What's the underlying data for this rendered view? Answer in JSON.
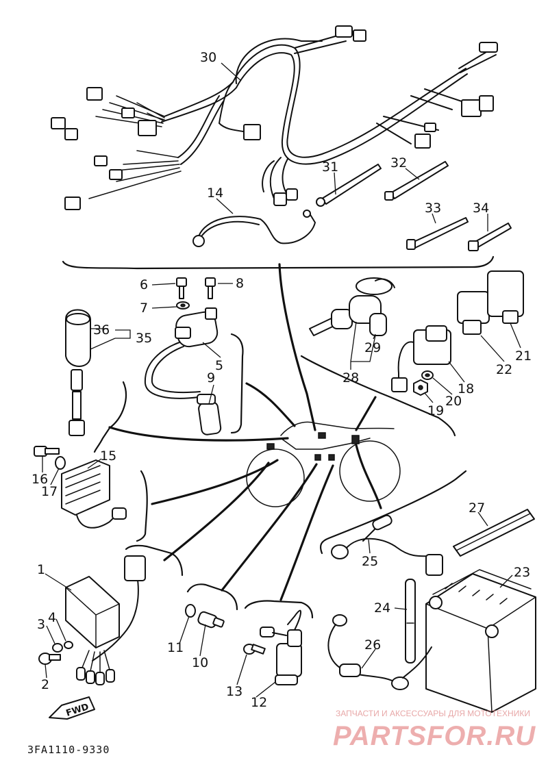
{
  "diagram": {
    "callouts": [
      {
        "id": "30",
        "label": "30"
      },
      {
        "id": "31",
        "label": "31"
      },
      {
        "id": "32",
        "label": "32"
      },
      {
        "id": "33",
        "label": "33"
      },
      {
        "id": "34",
        "label": "34"
      },
      {
        "id": "14",
        "label": "14"
      },
      {
        "id": "6",
        "label": "6"
      },
      {
        "id": "7",
        "label": "7"
      },
      {
        "id": "8",
        "label": "8"
      },
      {
        "id": "36",
        "label": "36"
      },
      {
        "id": "35",
        "label": "35"
      },
      {
        "id": "5",
        "label": "5"
      },
      {
        "id": "9",
        "label": "9"
      },
      {
        "id": "29",
        "label": "29"
      },
      {
        "id": "28",
        "label": "28"
      },
      {
        "id": "18",
        "label": "18"
      },
      {
        "id": "20",
        "label": "20"
      },
      {
        "id": "19",
        "label": "19"
      },
      {
        "id": "22",
        "label": "22"
      },
      {
        "id": "21",
        "label": "21"
      },
      {
        "id": "15",
        "label": "15"
      },
      {
        "id": "16",
        "label": "16"
      },
      {
        "id": "17",
        "label": "17"
      },
      {
        "id": "27",
        "label": "27"
      },
      {
        "id": "25",
        "label": "25"
      },
      {
        "id": "23",
        "label": "23"
      },
      {
        "id": "24",
        "label": "24"
      },
      {
        "id": "26",
        "label": "26"
      },
      {
        "id": "1",
        "label": "1"
      },
      {
        "id": "4",
        "label": "4"
      },
      {
        "id": "3",
        "label": "3"
      },
      {
        "id": "2",
        "label": "2"
      },
      {
        "id": "11",
        "label": "11"
      },
      {
        "id": "10",
        "label": "10"
      },
      {
        "id": "13",
        "label": "13"
      },
      {
        "id": "12",
        "label": "12"
      }
    ],
    "fwd_label": "FWD",
    "drawing_code": "3FA1110-9330"
  },
  "watermark": {
    "tagline": "ЗАПЧАСТИ И АКСЕССУАРЫ ДЛЯ МОТОТЕХНИКИ",
    "brand": "PARTSFOR.RU",
    "color": "#e06d6d"
  }
}
